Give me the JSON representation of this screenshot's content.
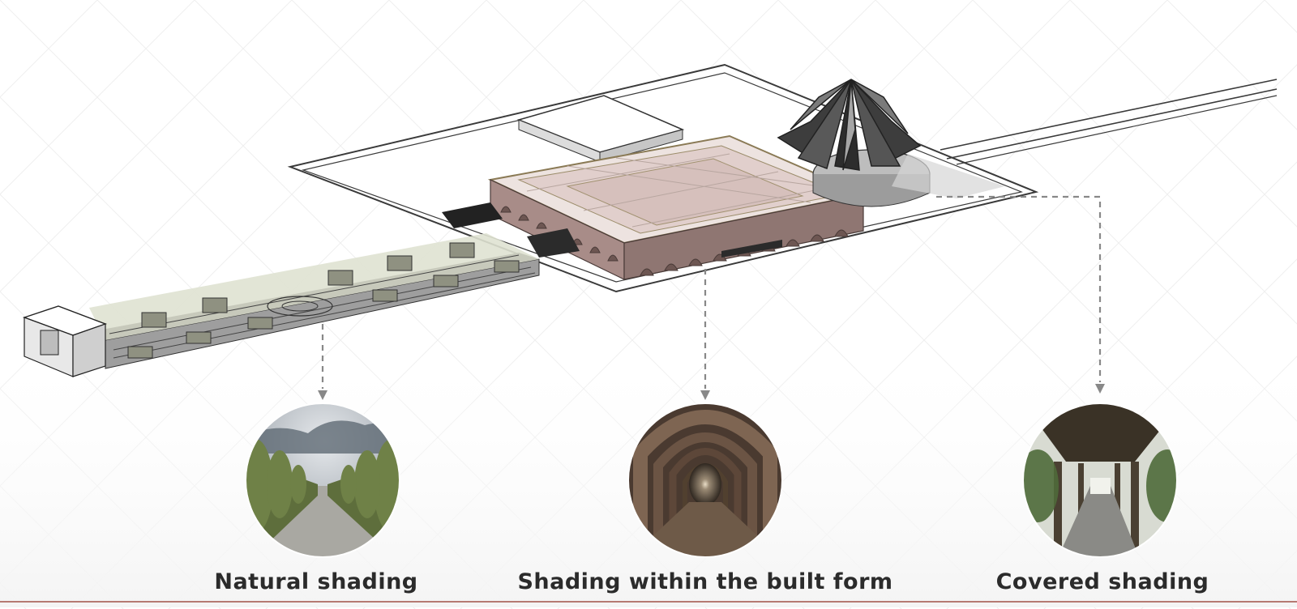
{
  "captions": {
    "natural": "Natural shading",
    "built_form": "Shading within the built form",
    "covered": "Covered shading"
  },
  "icons": {
    "natural": "hedge-alley-photo",
    "built_form": "brick-arcade-photo",
    "covered": "covered-walkway-photo"
  },
  "colors": {
    "caption_text": "#2b2b2b",
    "leader_line": "#888888",
    "bottom_rule": "#b57a72"
  }
}
